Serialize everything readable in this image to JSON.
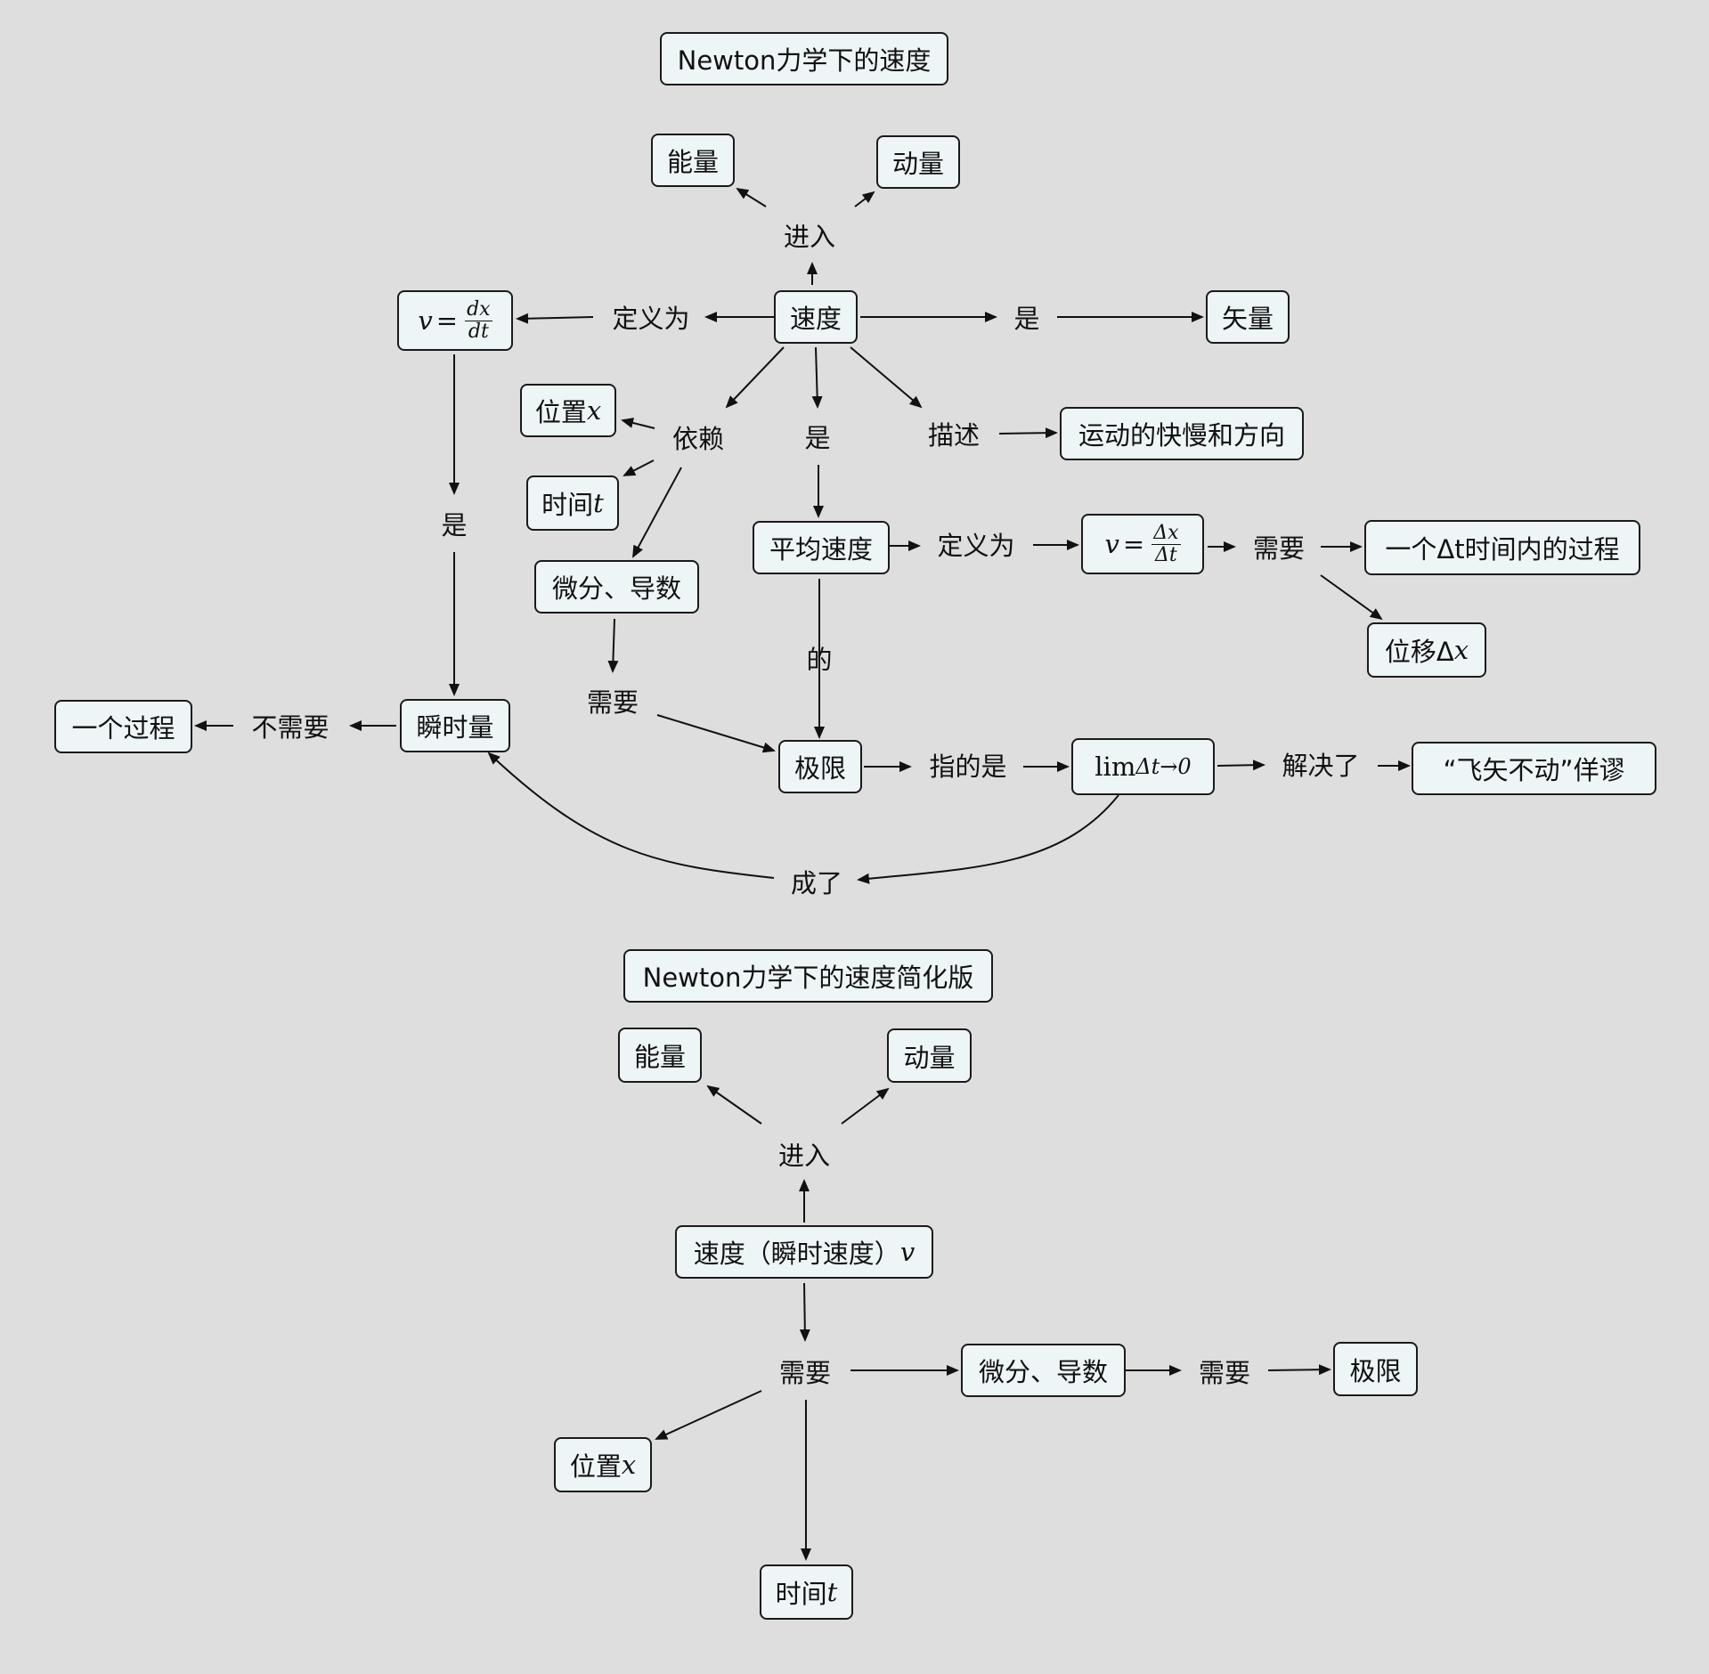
{
  "diagram1": {
    "title": "Newton力学下的速度",
    "nodes": {
      "energy": "能量",
      "momentum": "动量",
      "velocity": "速度",
      "vector": "矢量",
      "def_inst_v": "v",
      "def_inst_eq": "=",
      "def_inst_num": "dx",
      "def_inst_den": "dt",
      "position": "位置",
      "position_sym": "x",
      "time": "时间",
      "time_sym": "t",
      "motion": "运动的快慢和方向",
      "average_velocity": "平均速度",
      "def_avg_v": "v",
      "def_avg_eq": "=",
      "def_avg_num": "Δx",
      "def_avg_den": "Δt",
      "process_dt": "一个Δt时间内的过程",
      "displacement": "位移Δ",
      "displacement_sym": "x",
      "differential": "微分、导数",
      "one_process": "一个过程",
      "instantaneous": "瞬时量",
      "limit": "极限",
      "lim_text": "lim",
      "lim_sub": "Δt→0",
      "paradox": "“飞矢不动”佯谬"
    },
    "labels": {
      "enter": "进入",
      "defined_as": "定义为",
      "is_right": "是",
      "depends": "依赖",
      "is_mid": "是",
      "describes": "描述",
      "is_left": "是",
      "defined_as_2": "定义为",
      "needs": "需要",
      "of": "的",
      "needs_2": "需要",
      "not_needed": "不需要",
      "refers_to": "指的是",
      "solves": "解决了",
      "becomes": "成了"
    }
  },
  "diagram2": {
    "title": "Newton力学下的速度简化版",
    "nodes": {
      "energy": "能量",
      "momentum": "动量",
      "velocity": "速度（瞬时速度）",
      "velocity_sym": "v",
      "differential": "微分、导数",
      "limit": "极限",
      "position": "位置",
      "position_sym": "x",
      "time": "时间",
      "time_sym": "t"
    },
    "labels": {
      "enter": "进入",
      "needs": "需要",
      "needs_2": "需要"
    }
  }
}
